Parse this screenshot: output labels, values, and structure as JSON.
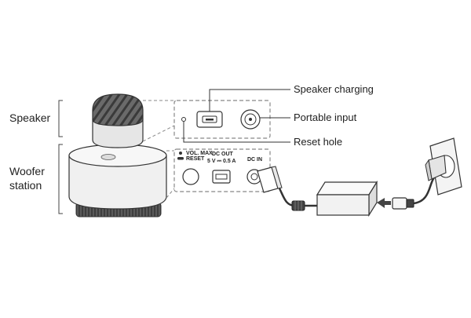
{
  "labels": {
    "speaker": "Speaker",
    "woofer_line1": "Woofer",
    "woofer_line2": "station",
    "speaker_charging": "Speaker charging",
    "portable_input": "Portable input",
    "reset_hole": "Reset hole"
  },
  "port_panel": {
    "vol_max": "VOL. MAX",
    "reset": "RESET",
    "dc_out_title": "DC OUT",
    "dc_out_rating": "5 V ⎓ 0.5 A",
    "dc_in": "DC IN"
  },
  "colors": {
    "line": "#333333",
    "dash": "#888888",
    "speaker_body": "#e6e6e6",
    "woofer_body": "#f0f0f0",
    "grille": "#555555",
    "adapter": "#f2f2f2"
  },
  "icons": [
    "speaker-grille-icon",
    "usb-port-icon",
    "dc-jack-icon",
    "wall-outlet-icon",
    "power-adapter-icon",
    "arrow-left-icon"
  ]
}
